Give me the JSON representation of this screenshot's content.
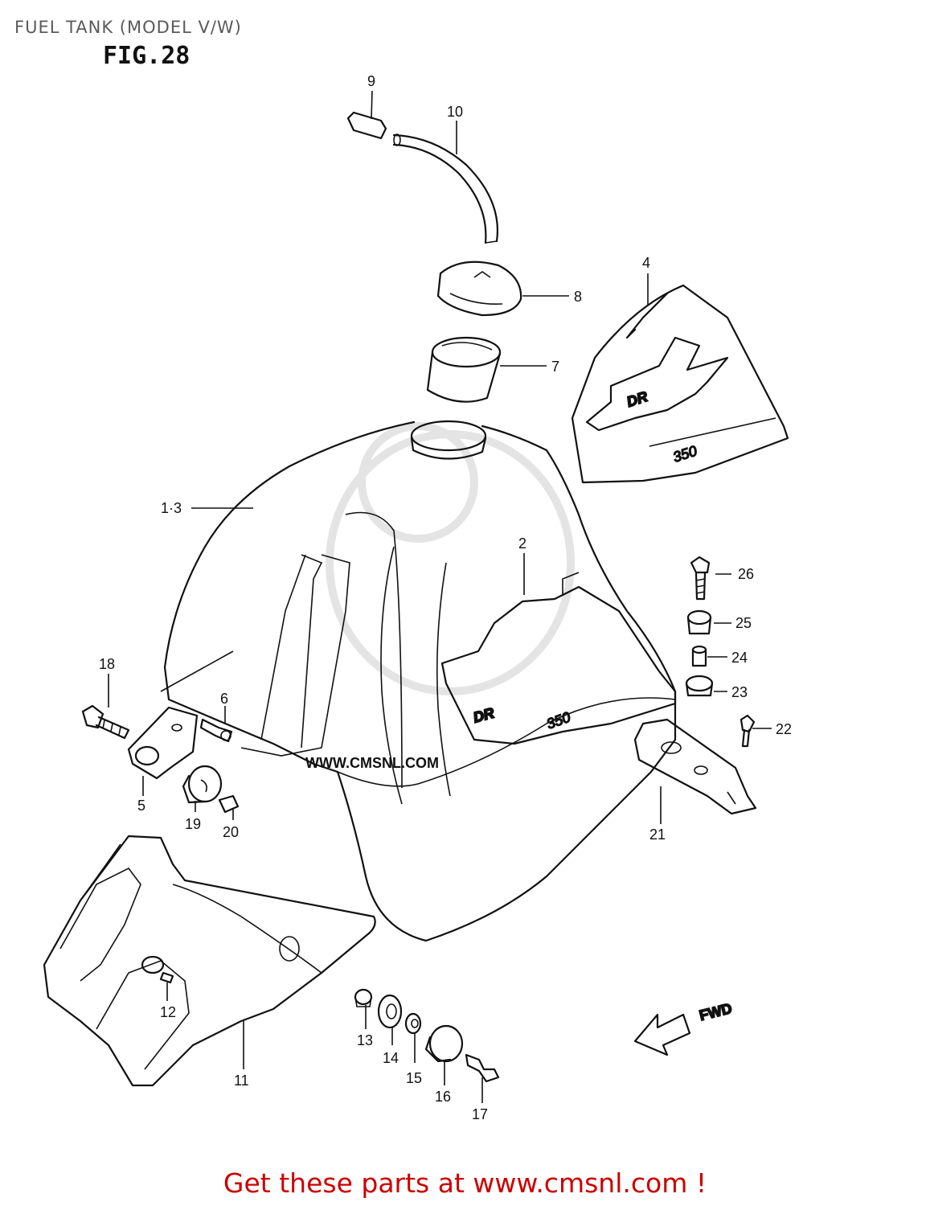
{
  "header": {
    "title": "FUEL TANK (MODEL V/W)",
    "figure": "FIG.28"
  },
  "watermark": {
    "text": "WWW.CMSNL.COM"
  },
  "decal_text": {
    "model_large": "DR",
    "model_small": "350"
  },
  "direction": {
    "label": "FWD"
  },
  "callouts": [
    "1·3",
    "2",
    "4",
    "5",
    "6",
    "7",
    "8",
    "9",
    "10",
    "11",
    "12",
    "13",
    "14",
    "15",
    "16",
    "17",
    "18",
    "19",
    "20",
    "21",
    "22",
    "23",
    "24",
    "25",
    "26"
  ],
  "footer": {
    "text": "Get these parts at www.cmsnl.com !",
    "color": "#cc0000"
  },
  "colors": {
    "line": "#111111",
    "watermark": "#e4e4e4",
    "title": "#5a5a5a"
  }
}
